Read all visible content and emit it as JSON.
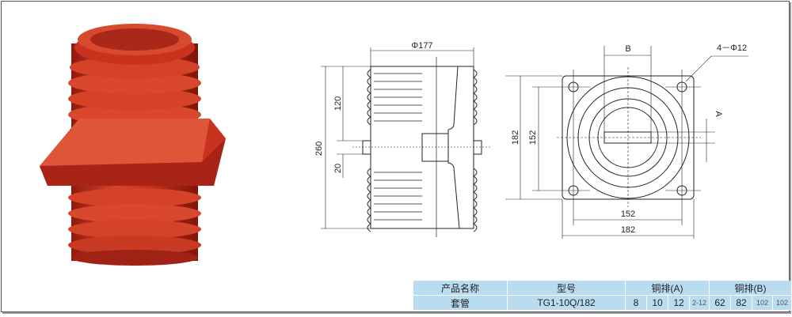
{
  "side_view": {
    "diameter_label": "Φ177",
    "height_label": "260",
    "upper_label": "120",
    "gap_label": "20"
  },
  "top_view": {
    "b_label": "B",
    "a_label": "A",
    "holes_label": "4－Φ12",
    "outer_h": "182",
    "inner_h": "152",
    "inner_w": "152",
    "outer_w": "182"
  },
  "table": {
    "headers": {
      "name": "产品名称",
      "model": "型号",
      "bar_a": "铜排(A)",
      "bar_b": "铜排(B)"
    },
    "row": {
      "name": "套管",
      "model": "TG1-10Q/182",
      "a": [
        "8",
        "10",
        "12",
        "2-12"
      ],
      "b": [
        "62",
        "82",
        "102",
        "102"
      ]
    }
  },
  "colors": {
    "insulator": "#c8321e",
    "table_bg": "#b9dcf1"
  }
}
